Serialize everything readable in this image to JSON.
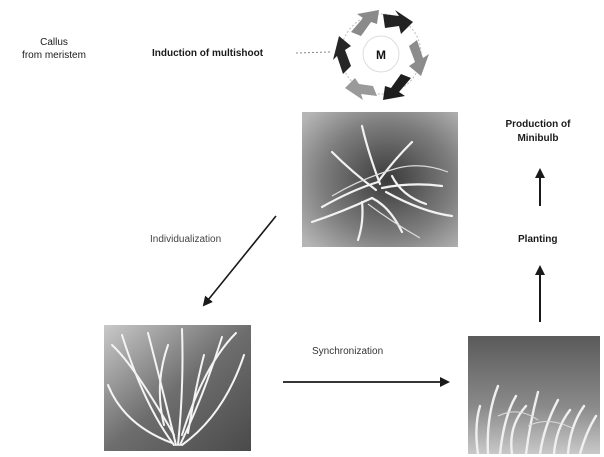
{
  "labels": {
    "callus_line1": "Callus",
    "callus_line2": "from meristem",
    "induction": "Induction of multishoot",
    "individualization": "Individualization",
    "synchronization": "Synchronization",
    "planting": "Planting",
    "production_line1": "Production of",
    "production_line2": "Minibulb",
    "cycle_center": "M"
  },
  "icons": {
    "cycle": "circular-cycle-arrows-icon"
  },
  "colors": {
    "cycle_dark": "#1e1e1e",
    "cycle_mid": "#8c8c8c",
    "photo_background": "#9a9a9a",
    "photo_shoots": "#f2f2f2"
  }
}
